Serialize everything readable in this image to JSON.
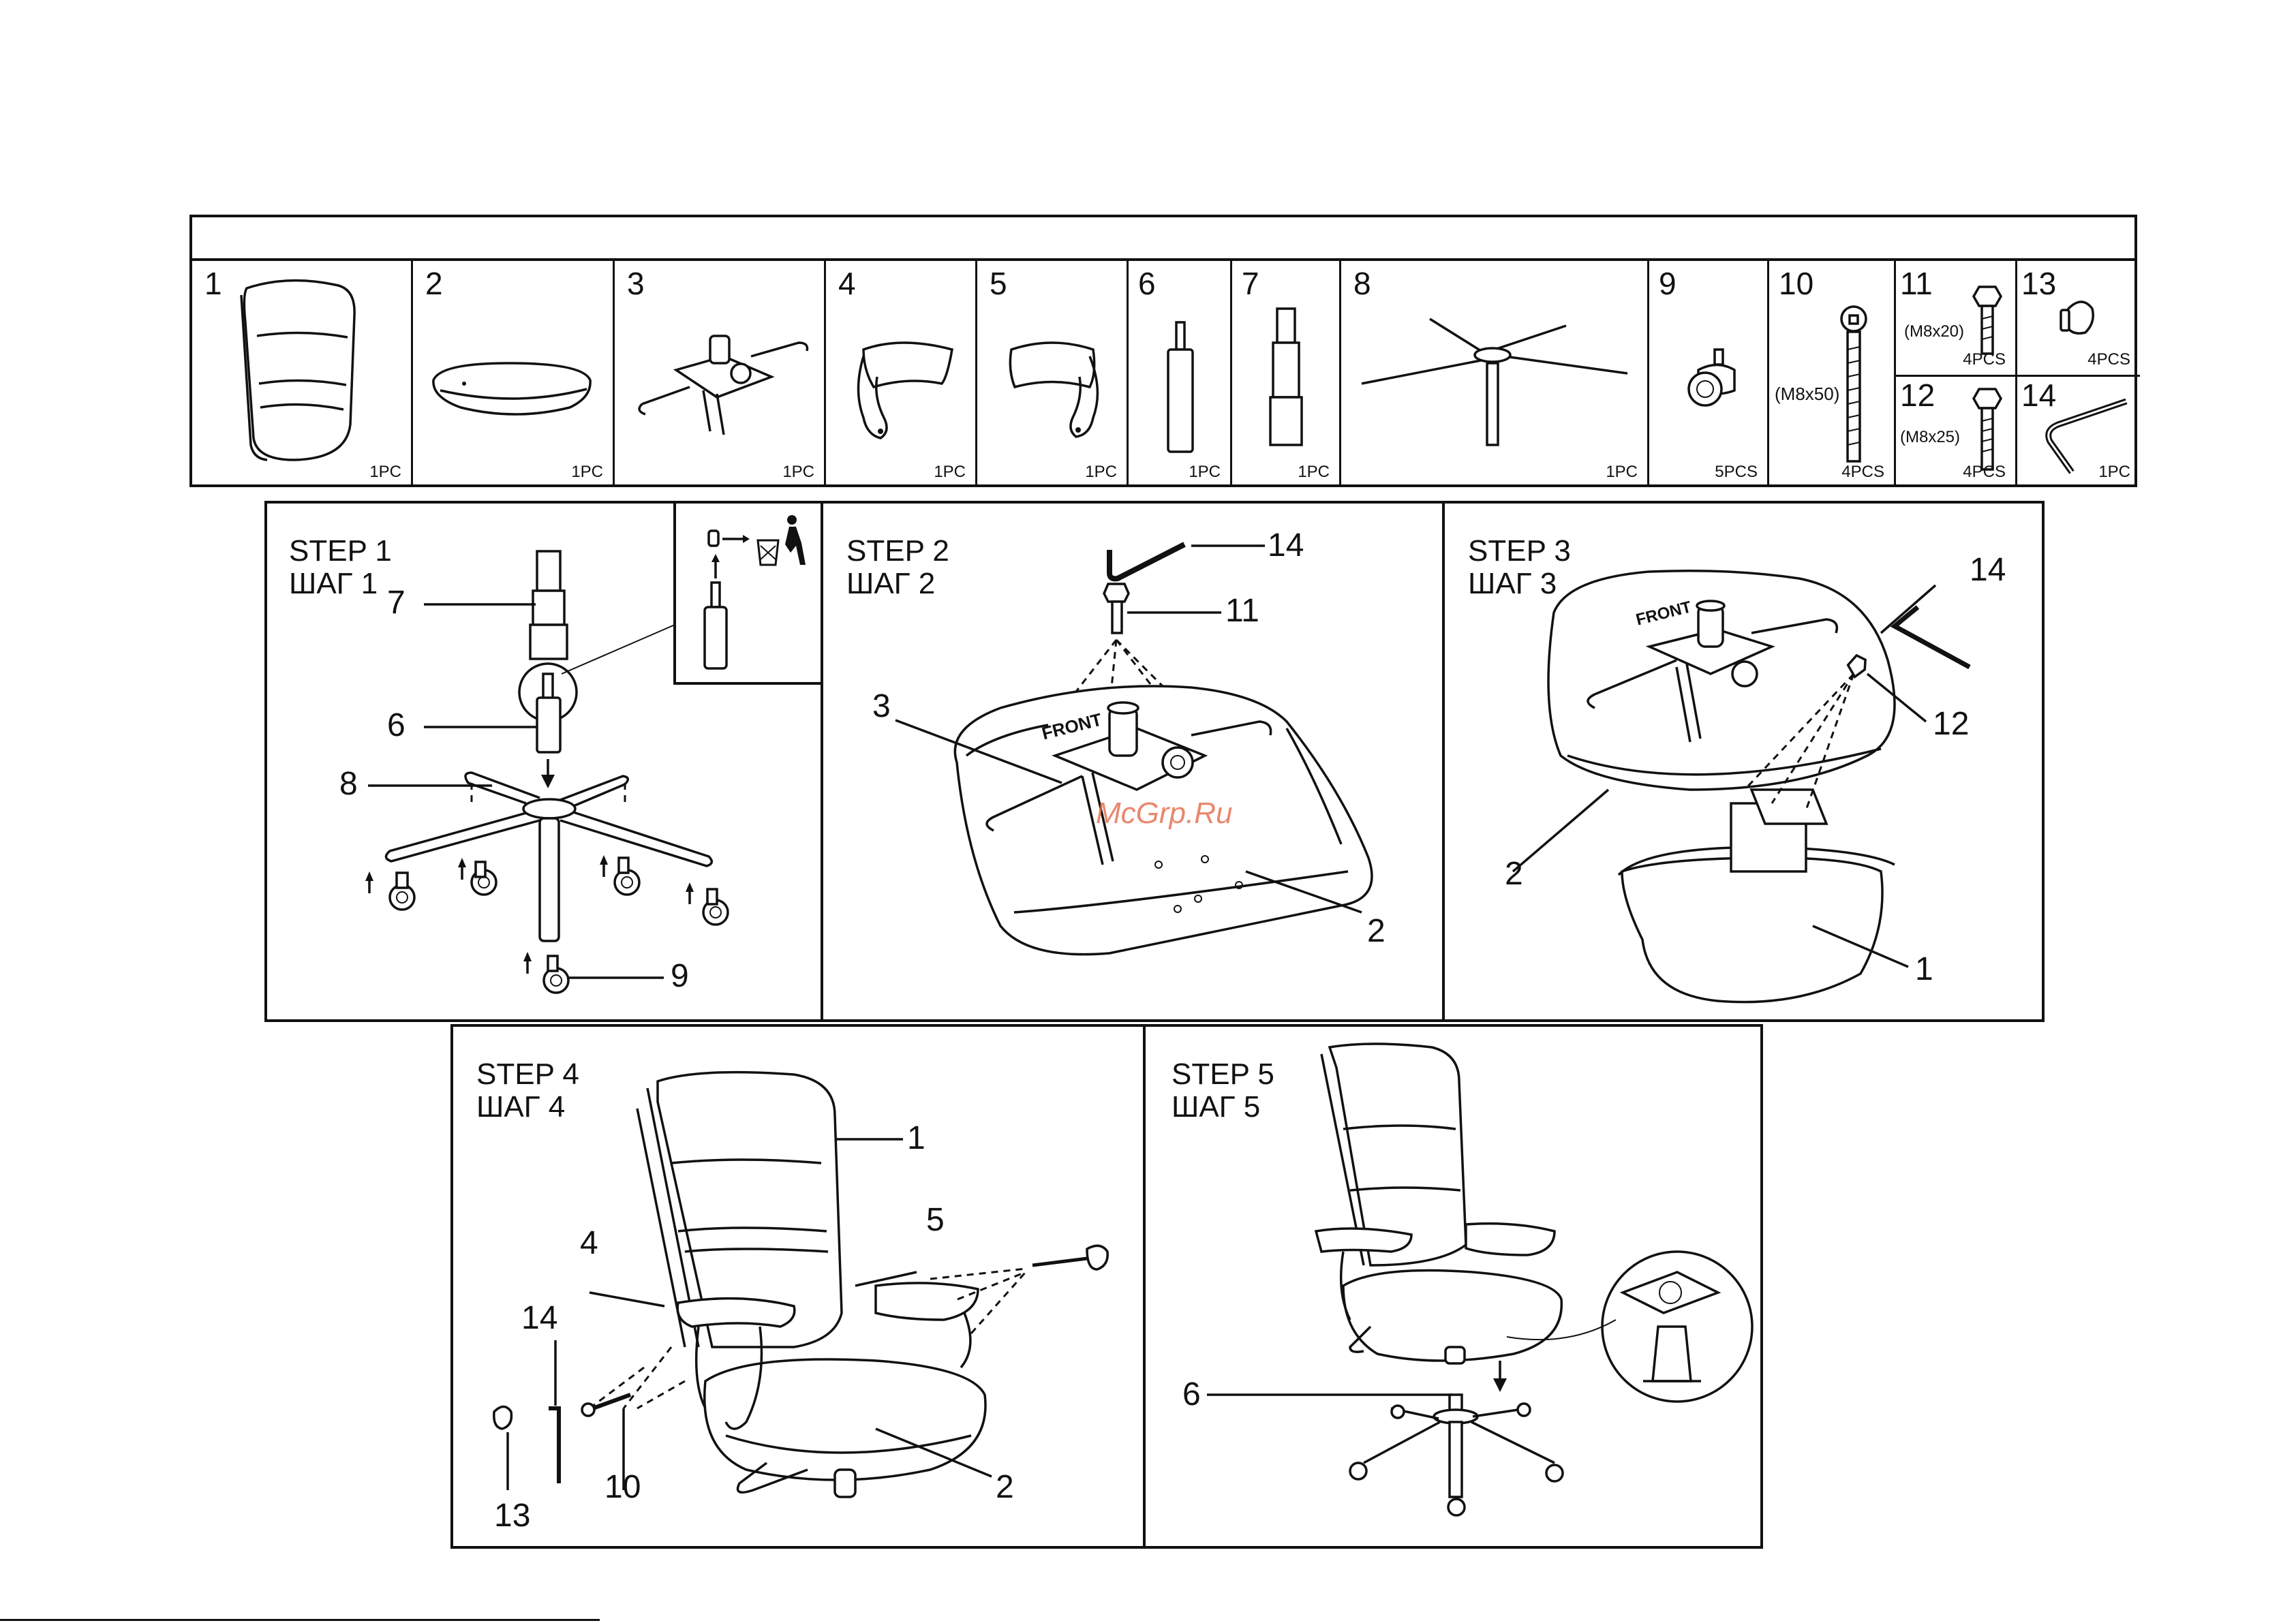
{
  "parts_table": {
    "header": "",
    "parts": [
      {
        "num": "1",
        "qty": "1PC",
        "icon": "backrest-icon"
      },
      {
        "num": "2",
        "qty": "1PC",
        "icon": "seat-icon"
      },
      {
        "num": "3",
        "qty": "1PC",
        "icon": "tilt-mechanism-icon"
      },
      {
        "num": "4",
        "qty": "1PC",
        "icon": "armrest-left-icon"
      },
      {
        "num": "5",
        "qty": "1PC",
        "icon": "armrest-right-icon"
      },
      {
        "num": "6",
        "qty": "1PC",
        "icon": "gas-lift-icon"
      },
      {
        "num": "7",
        "qty": "1PC",
        "icon": "gas-lift-cover-icon"
      },
      {
        "num": "8",
        "qty": "1PC",
        "icon": "star-base-icon"
      },
      {
        "num": "9",
        "qty": "5PCS",
        "icon": "caster-icon"
      },
      {
        "num": "10",
        "qty": "4PCS",
        "spec": "(M8x50)",
        "icon": "long-bolt-icon"
      },
      {
        "num": "11",
        "qty": "4PCS",
        "spec": "(M8x20)",
        "icon": "bolt-icon"
      },
      {
        "num": "12",
        "qty": "4PCS",
        "spec": "(M8x25)",
        "icon": "bolt-icon"
      },
      {
        "num": "13",
        "qty": "4PCS",
        "icon": "cap-icon"
      },
      {
        "num": "14",
        "qty": "1PC",
        "icon": "allen-key-icon"
      }
    ]
  },
  "steps": [
    {
      "label": "STEP 1\nШАГ 1",
      "callouts": [
        "7",
        "6",
        "8",
        "9"
      ]
    },
    {
      "label": "STEP 2\nШАГ 2",
      "callouts": [
        "14",
        "11",
        "3",
        "2"
      ],
      "front_text": "FRONT"
    },
    {
      "label": "STEP 3\nШАГ 3",
      "callouts": [
        "14",
        "12",
        "2",
        "1"
      ],
      "front_text": "FRONT"
    },
    {
      "label": "STEP 4\nШАГ 4",
      "callouts": [
        "1",
        "5",
        "4",
        "14",
        "10",
        "13",
        "2"
      ]
    },
    {
      "label": "STEP 5\nШАГ 5",
      "callouts": [
        "6"
      ]
    }
  ],
  "watermark": "McGrp.Ru",
  "colors": {
    "line": "#111111",
    "watermark": "#e46b4a"
  }
}
